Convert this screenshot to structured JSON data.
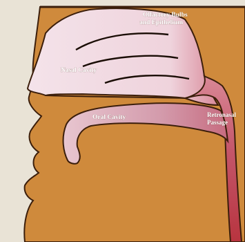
{
  "colors": {
    "background": "#e9e3d6",
    "head": "#cf8a3c",
    "outline": "#3b1e0b",
    "nasal_cavity": "#f2dfe6",
    "oral_cavity": "#d7a3b1",
    "passage": "#b8404e",
    "label": "#ffffff"
  },
  "labels": {
    "olfactory_line1": "Olfactory Bulbs",
    "olfactory_line2": "and Epithelium",
    "nasal_cavity": "Nasal Cavity",
    "oral_cavity": "Oral Cavity",
    "retronasal_line1": "Retronasal",
    "retronasal_line2": "Passage"
  }
}
